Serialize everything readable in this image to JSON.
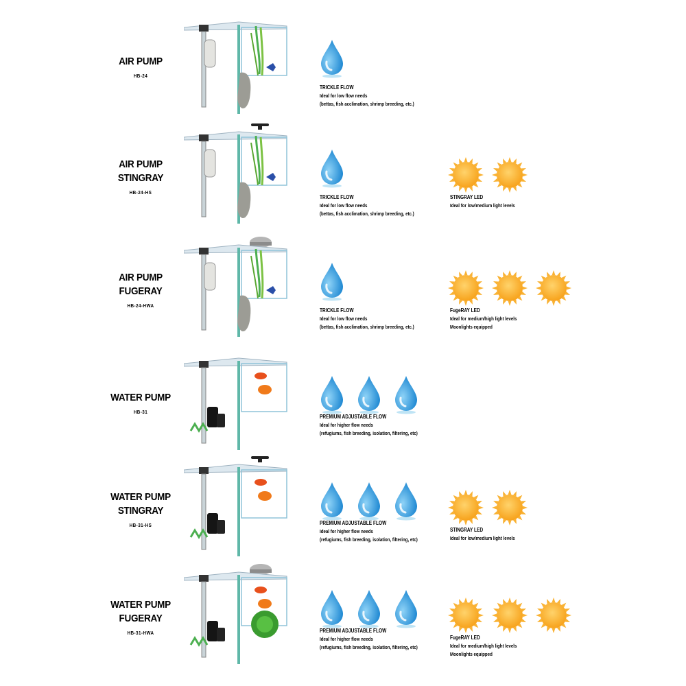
{
  "colors": {
    "drop": "#1e88d2",
    "drop_light": "#8fd3f7",
    "sun_core": "#f7a21b",
    "sun_ray": "#f9b233",
    "text": "#000000"
  },
  "rows": [
    {
      "name_lines": [
        "AIR PUMP"
      ],
      "model": "HB-24",
      "pump": "air",
      "lid": "none",
      "flow": {
        "drops": 1,
        "title": "TRICKLE FLOW",
        "line1": "Ideal for low flow needs",
        "line2": "(bettas, fish acclimation, shrimp breeding, etc.)"
      },
      "light": null
    },
    {
      "name_lines": [
        "AIR PUMP",
        "STINGRAY"
      ],
      "model": "HB-24-HS",
      "pump": "air",
      "lid": "stingray",
      "flow": {
        "drops": 1,
        "title": "TRICKLE FLOW",
        "line1": "Ideal for low flow needs",
        "line2": "(bettas, fish acclimation, shrimp breeding, etc.)"
      },
      "light": {
        "suns": 2,
        "title": "STINGRAY LED",
        "line1": "Ideal for low/medium light levels",
        "line2": ""
      }
    },
    {
      "name_lines": [
        "AIR PUMP",
        "FUGERAY"
      ],
      "model": "HB-24-HWA",
      "pump": "air",
      "lid": "fugeray",
      "flow": {
        "drops": 1,
        "title": "TRICKLE FLOW",
        "line1": "Ideal for low flow needs",
        "line2": "(bettas, fish acclimation, shrimp breeding, etc.)"
      },
      "light": {
        "suns": 3,
        "title": "FugeRAY LED",
        "line1": "Ideal for medium/high light levels",
        "line2": "Moonlights equipped"
      }
    },
    {
      "name_lines": [
        "WATER PUMP"
      ],
      "model": "HB-31",
      "pump": "water",
      "lid": "none",
      "flow": {
        "drops": 3,
        "title": "PREMIUM ADJUSTABLE FLOW",
        "line1": "Ideal for higher flow needs",
        "line2": "(refugiums, fish breeding, isolation, filtering, etc)"
      },
      "light": null
    },
    {
      "name_lines": [
        "WATER PUMP",
        "STINGRAY"
      ],
      "model": "HB-31-HS",
      "pump": "water",
      "lid": "stingray",
      "flow": {
        "drops": 3,
        "title": "PREMIUM ADJUSTABLE FLOW",
        "line1": "Ideal for higher flow needs",
        "line2": "(refugiums, fish breeding, isolation, filtering, etc)"
      },
      "light": {
        "suns": 2,
        "title": "STINGRAY LED",
        "line1": "Ideal for low/medium light levels",
        "line2": ""
      }
    },
    {
      "name_lines": [
        "WATER PUMP",
        "FUGERAY"
      ],
      "model": "HB-31-HWA",
      "pump": "water",
      "lid": "fugeray",
      "flow": {
        "drops": 3,
        "title": "PREMIUM ADJUSTABLE FLOW",
        "line1": "Ideal for higher flow needs",
        "line2": "(refugiums, fish breeding, isolation, filtering, etc)"
      },
      "light": {
        "suns": 3,
        "title": "FugeRAY LED",
        "line1": "Ideal for medium/high light levels",
        "line2": "Moonlights equipped"
      }
    }
  ]
}
